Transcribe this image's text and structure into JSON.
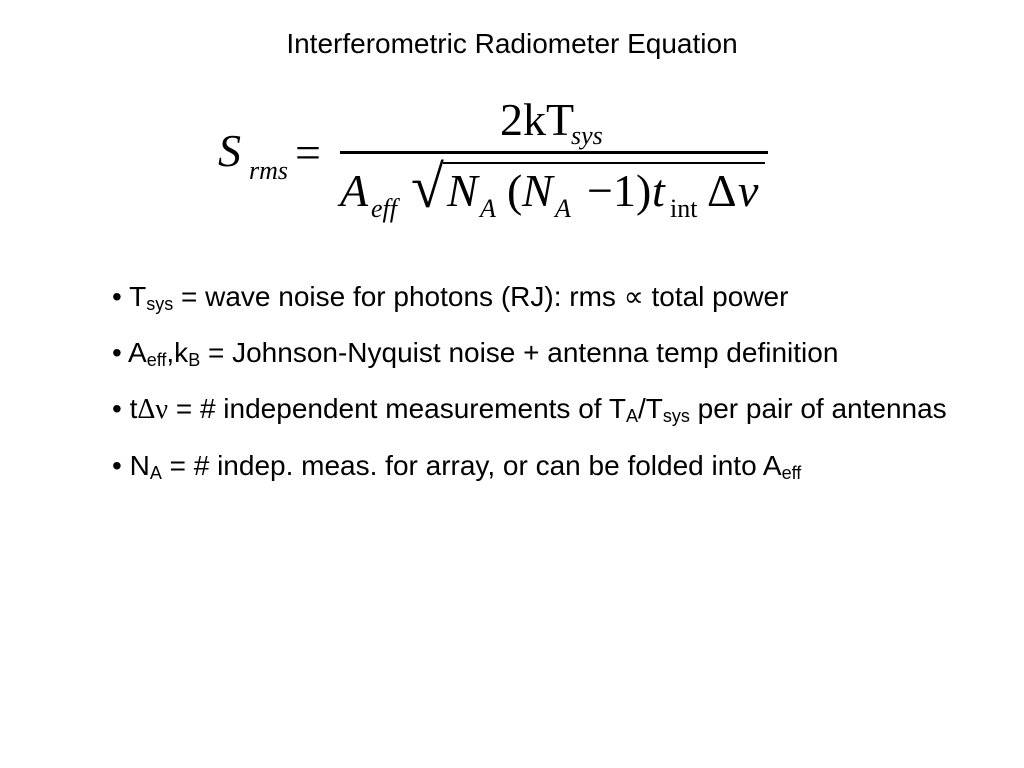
{
  "title": "Interferometric Radiometer Equation",
  "equation": {
    "lhs_symbol": "S",
    "lhs_subscript": "rms",
    "equals": "=",
    "numerator": "2kT",
    "numerator_subscript": "sys",
    "den_A": "A",
    "den_A_sub": "eff",
    "radical": "√",
    "den_N1": "N",
    "den_N1_sub": "A",
    "den_open": "(",
    "den_N2": "N",
    "den_N2_sub": "A",
    "den_minus_one": "−1)",
    "den_t": "t",
    "den_t_sub": "int",
    "den_delta": "Δ",
    "den_nu": "ν"
  },
  "bullets": [
    {
      "bullet": "• T",
      "sub": "sys",
      "text": " = wave noise for photons (RJ): rms ∝ total power"
    },
    {
      "bullet": "• A",
      "sub1": "eff",
      "mid": ",k",
      "sub2": "B",
      "text": " = Johnson-Nyquist  noise + antenna temp definition"
    },
    {
      "lead": "• t",
      "delta_nu": "Δν",
      "text1": " = # independent measurements of T",
      "sub1": "A",
      "slash": "/T",
      "sub2": "sys",
      "text2": " per pair of antennas"
    },
    {
      "bullet": "• N",
      "sub": "A",
      "text": " = # indep. meas. for array, or can be folded into A",
      "sub_end": "eff"
    }
  ]
}
